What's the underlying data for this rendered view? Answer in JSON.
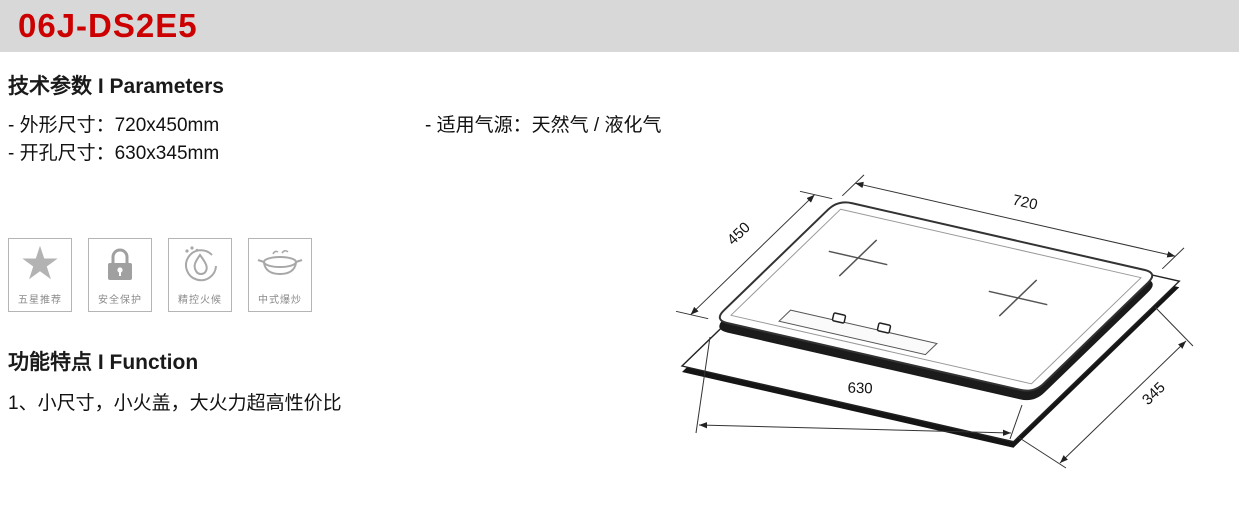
{
  "header": {
    "model": "06J-DS2E5",
    "accent_color": "#cc0000",
    "bar_bg": "#d8d8d8"
  },
  "parameters": {
    "heading": "技术参数 I Parameters",
    "col1": [
      "- 外形尺寸：720x450mm",
      "- 开孔尺寸：630x345mm"
    ],
    "col2": [
      "- 适用气源：天然气 / 液化气"
    ]
  },
  "features": [
    {
      "icon": "star-icon",
      "label": "五星推荐"
    },
    {
      "icon": "lock-icon",
      "label": "安全保护"
    },
    {
      "icon": "flame-icon",
      "label": "精控火候"
    },
    {
      "icon": "wok-icon",
      "label": "中式爆炒"
    }
  ],
  "function": {
    "heading": "功能特点 I Function",
    "lines": [
      "1、小尺寸，小火盖，大火力超高性价比"
    ]
  },
  "diagram": {
    "dim_width": "720",
    "dim_depth": "450",
    "dim_cutout_width": "630",
    "dim_cutout_depth": "345"
  }
}
